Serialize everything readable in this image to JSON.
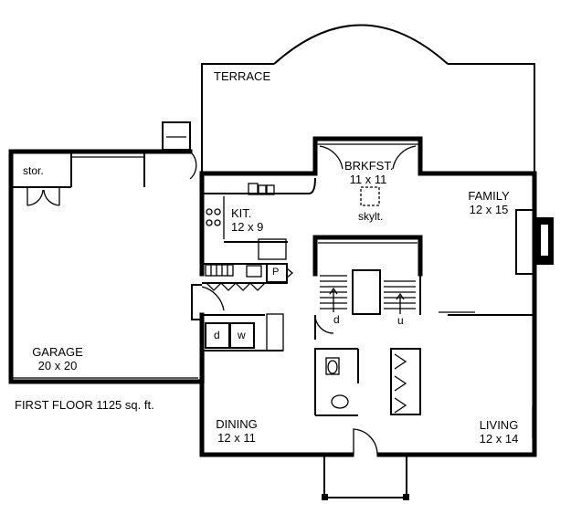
{
  "rooms": {
    "terrace": {
      "name": "TERRACE"
    },
    "breakfast": {
      "name": "BRKFST.",
      "size": "11 x 11"
    },
    "skylight": {
      "name": "skylt."
    },
    "family": {
      "name": "FAMILY",
      "size": "12 x 15"
    },
    "kitchen": {
      "name": "KIT.",
      "size": "12 x 9"
    },
    "garage": {
      "name": "GARAGE",
      "size": "20 x 20"
    },
    "storage": {
      "name": "stor."
    },
    "dining": {
      "name": "DINING",
      "size": "12 x 11"
    },
    "living": {
      "name": "LIVING",
      "size": "12 x 14"
    }
  },
  "fixtures": {
    "pantry": "P",
    "dryer": "d",
    "washer": "w",
    "stair_down": "d",
    "stair_up": "u"
  },
  "caption": "FIRST FLOOR  1125  sq. ft."
}
